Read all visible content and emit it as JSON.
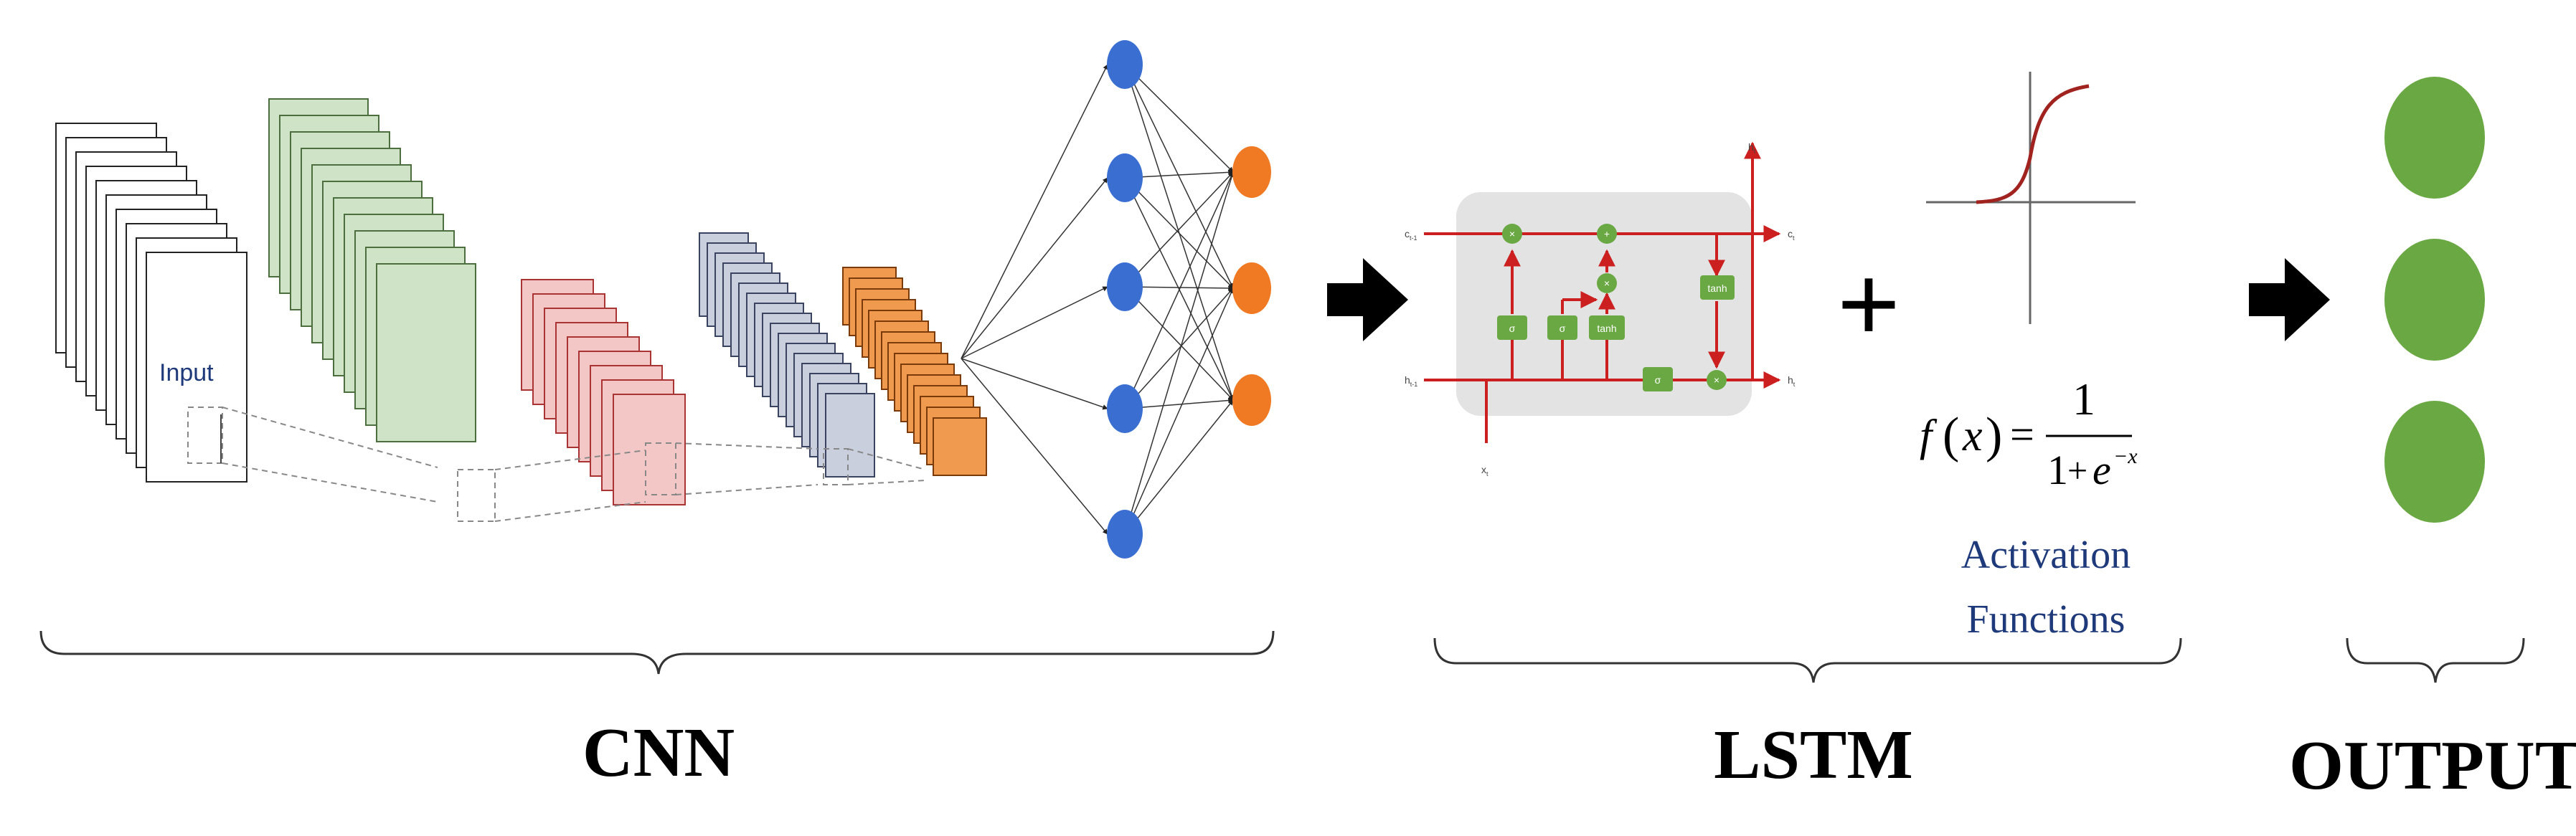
{
  "cnn": {
    "input_label": "Input",
    "section_label": "CNN"
  },
  "lstm": {
    "section_label": "LSTM",
    "plus_sign": "+",
    "gate_labels": {
      "sigma": "σ",
      "tanh": "tanh",
      "mult": "×",
      "add": "+"
    },
    "io_labels": {
      "c_prev": "c",
      "c_prev_sub": "t-1",
      "c_next": "c",
      "c_next_sub": "t",
      "h_prev": "h",
      "h_prev_sub": "t-1",
      "h_next": "h",
      "h_next_sub": "t",
      "h_top": "h",
      "h_top_sub": "t",
      "x_in": "x",
      "x_in_sub": "t"
    }
  },
  "activation": {
    "formula_f": "f",
    "formula_x": "x",
    "formula_num": "1",
    "formula_den_1": "1",
    "formula_den_plus": "+",
    "formula_den_e": "e",
    "formula_den_exp": "−x",
    "caption_line1": "Activation",
    "caption_line2": "Functions"
  },
  "output": {
    "section_label": "OUTPUT",
    "node_color": "#6aa843"
  },
  "colors": {
    "green_layer": "#cfe3c6",
    "red_layer": "#f4c7c7",
    "slate_layer": "#c9cfdc",
    "orange_layer": "#f09a4f",
    "blue_node": "#3a6fd1",
    "orange_node": "#f07a24",
    "lstm_red": "#cc1f1f",
    "lstm_gate": "#6aa843"
  }
}
